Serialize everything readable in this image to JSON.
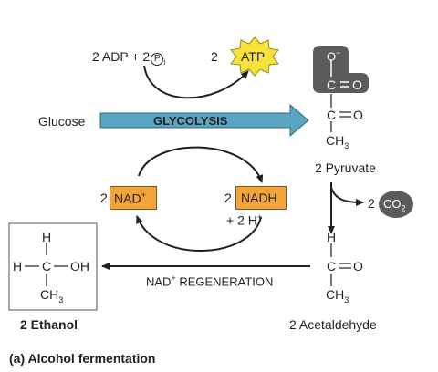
{
  "top": {
    "adp_pi": "2 ADP + 2",
    "pi_symbol": "P",
    "pi_sub": "i",
    "atp_coef": "2",
    "atp": "ATP"
  },
  "left": {
    "glucose": "Glucose",
    "nad_coef": "2",
    "nad": "NAD",
    "nad_sup": "+"
  },
  "center": {
    "glycolysis": "GLYCOLYSIS",
    "nadh_coef": "2",
    "nadh": "NADH",
    "h_line": "+ 2 H",
    "h_sup": "+",
    "regeneration": "NAD",
    "regeneration_sup": "+",
    "regeneration_rest": " REGENERATION"
  },
  "pyruvate": {
    "o_minus": "O",
    "o_minus_sup": "−",
    "c_top": "C",
    "o_double": "O",
    "c_mid": "C",
    "o_mid": "O",
    "ch3": "CH",
    "ch3_sub": "3",
    "label": "2 Pyruvate"
  },
  "co2": {
    "coef": "2",
    "formula": "CO",
    "sub": "2"
  },
  "acetaldehyde": {
    "h": "H",
    "c": "C",
    "o": "O",
    "ch3": "CH",
    "ch3_sub": "3",
    "label": "2 Acetaldehyde"
  },
  "ethanol": {
    "h_top": "H",
    "h_left": "H",
    "c": "C",
    "oh": "OH",
    "ch3": "CH",
    "ch3_sub": "3",
    "label": "2 Ethanol"
  },
  "caption": "(a) Alcohol fermentation",
  "colors": {
    "arrow_blue": "#5aa6c2",
    "orange": "#f3a33a",
    "star": "#f5e23a",
    "dark_gray": "#5b5b5b"
  }
}
